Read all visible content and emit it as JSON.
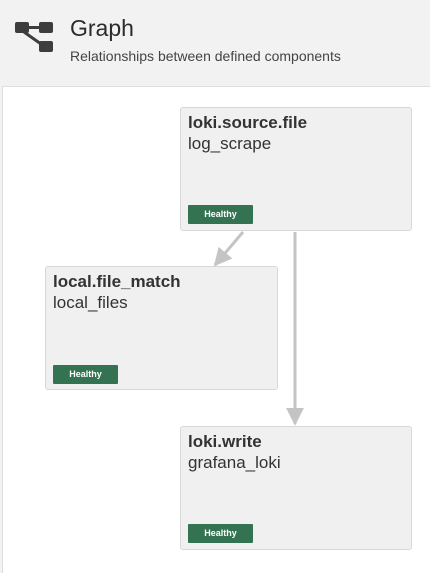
{
  "header": {
    "title": "Graph",
    "subtitle": "Relationships between defined components",
    "icon": "graph-icon"
  },
  "colors": {
    "healthy": "#337351",
    "edge": "#c4c4c4",
    "node_background": "#f0f0f0"
  },
  "nodes": [
    {
      "type": "loki.source.file",
      "label": "log_scrape",
      "status": "Healthy"
    },
    {
      "type": "local.file_match",
      "label": "local_files",
      "status": "Healthy"
    },
    {
      "type": "loki.write",
      "label": "grafana_loki",
      "status": "Healthy"
    }
  ],
  "edges": [
    {
      "from": "loki.source.file",
      "to": "local.file_match"
    },
    {
      "from": "loki.source.file",
      "to": "loki.write"
    }
  ]
}
